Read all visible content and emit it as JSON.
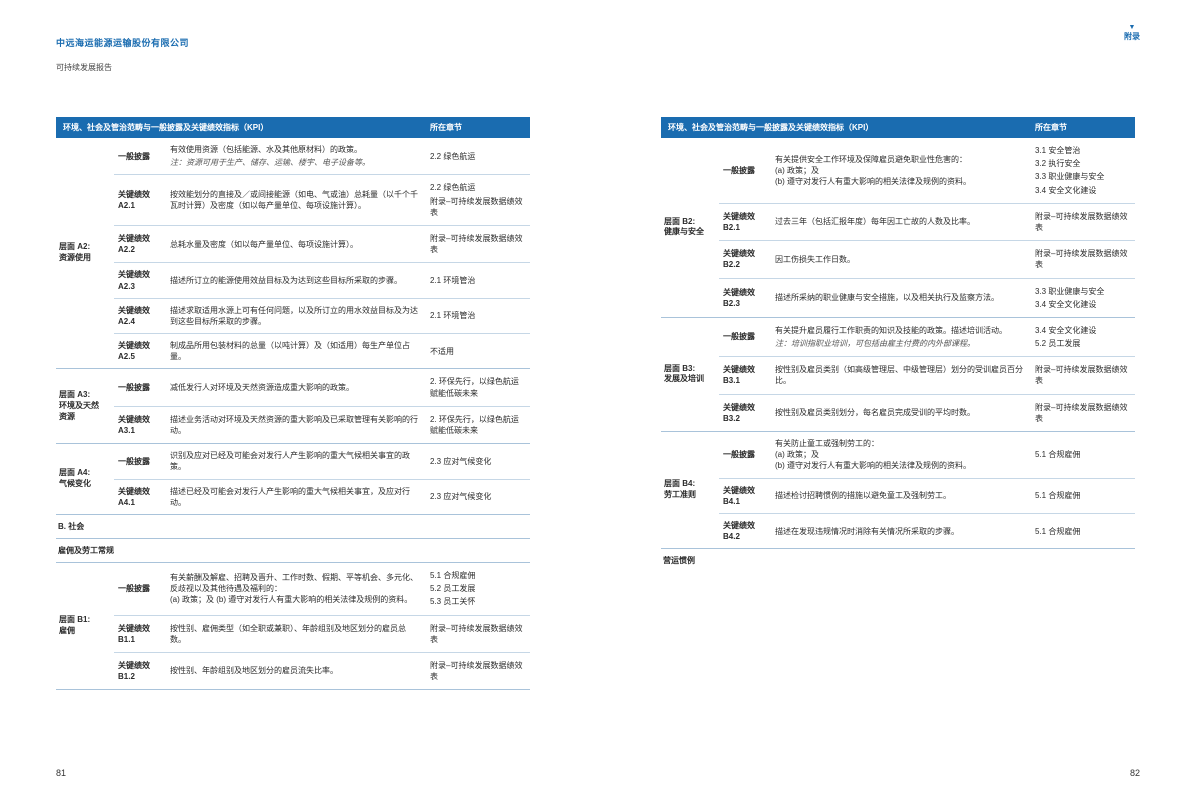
{
  "header": {
    "company": "中远海运能源运输股份有限公司",
    "report_title": "可持续发展报告",
    "corner_tab": "附录"
  },
  "colors": {
    "accent": "#1a6cb0",
    "group_border": "#a9c3da",
    "row_border": "#c6d7e6"
  },
  "table_header": {
    "col1": "环境、社会及管治范畴与一般披露及关键绩效指标（KPI）",
    "col2": "所在章节"
  },
  "pages": [
    {
      "number": "81",
      "blocks": [
        {
          "type": "group",
          "aspect": [
            "层面 A2:",
            "资源使用"
          ],
          "rows": [
            {
              "label": [
                "一般披露"
              ],
              "text": [
                "有效使用资源（包括能源、水及其他原材料）的政策。"
              ],
              "note": "注：资源可用于生产、储存、运输、楼宇、电子设备等。",
              "chapters": [
                "2.2 绿色航运"
              ]
            },
            {
              "label": [
                "关键绩效",
                "A2.1"
              ],
              "text": [
                "按效能划分的直接及／或间接能源（如电、气或油）总耗量（以千个千瓦时计算）及密度（如以每产量单位、每项设施计算）。"
              ],
              "chapters": [
                "2.2 绿色航运",
                "附录–可持续发展数据绩效表"
              ]
            },
            {
              "label": [
                "关键绩效",
                "A2.2"
              ],
              "text": [
                "总耗水量及密度（如以每产量单位、每项设施计算）。"
              ],
              "chapters": [
                "附录–可持续发展数据绩效表"
              ]
            },
            {
              "label": [
                "关键绩效",
                "A2.3"
              ],
              "text": [
                "描述所订立的能源使用效益目标及为达到这些目标所采取的步骤。"
              ],
              "chapters": [
                "2.1 环境管治"
              ]
            },
            {
              "label": [
                "关键绩效",
                "A2.4"
              ],
              "text": [
                "描述求取适用水源上可有任何问题，以及所订立的用水效益目标及为达到这些目标所采取的步骤。"
              ],
              "chapters": [
                "2.1 环境管治"
              ]
            },
            {
              "label": [
                "关键绩效",
                "A2.5"
              ],
              "text": [
                "制成品所用包装材料的总量（以吨计算）及（如适用）每生产单位占量。"
              ],
              "chapters": [
                "不适用"
              ]
            }
          ]
        },
        {
          "type": "group",
          "aspect": [
            "层面 A3:",
            "环境及天然",
            "资源"
          ],
          "rows": [
            {
              "label": [
                "一般披露"
              ],
              "text": [
                "减低发行人对环境及天然资源造成重大影响的政策。"
              ],
              "chapters": [
                "2. 环保先行，以绿色航运赋能低碳未来"
              ]
            },
            {
              "label": [
                "关键绩效",
                "A3.1"
              ],
              "text": [
                "描述业务活动对环境及天然资源的重大影响及已采取管理有关影响的行动。"
              ],
              "chapters": [
                "2. 环保先行，以绿色航运赋能低碳未来"
              ]
            }
          ]
        },
        {
          "type": "group",
          "aspect": [
            "层面 A4:",
            "气候变化"
          ],
          "rows": [
            {
              "label": [
                "一般披露"
              ],
              "text": [
                "识别及应对已经及可能会对发行人产生影响的重大气候相关事宜的政策。"
              ],
              "chapters": [
                "2.3 应对气候变化"
              ]
            },
            {
              "label": [
                "关键绩效",
                "A4.1"
              ],
              "text": [
                "描述已经及可能会对发行人产生影响的重大气候相关事宜，及应对行动。"
              ],
              "chapters": [
                "2.3 应对气候变化"
              ]
            }
          ]
        },
        {
          "type": "section",
          "text": "B. 社会"
        },
        {
          "type": "section",
          "text": "雇佣及劳工常规"
        },
        {
          "type": "group",
          "aspect": [
            "层面 B1:",
            "雇佣"
          ],
          "rows": [
            {
              "label": [
                "一般披露"
              ],
              "text": [
                "有关薪酬及解雇、招聘及晋升、工作时数、假期、平等机会、多元化、反歧视以及其他待遇及福利的：",
                "(a) 政策；及 (b) 遵守对发行人有重大影响的相关法律及规例的资料。"
              ],
              "chapters": [
                "5.1 合规雇佣",
                "5.2 员工发展",
                "5.3 员工关怀"
              ]
            },
            {
              "label": [
                "关键绩效",
                "B1.1"
              ],
              "text": [
                "按性别、雇佣类型（如全职或兼职）、年龄组别及地区划分的雇员总数。"
              ],
              "chapters": [
                "附录–可持续发展数据绩效表"
              ]
            },
            {
              "label": [
                "关键绩效",
                "B1.2"
              ],
              "text": [
                "按性别、年龄组别及地区划分的雇员流失比率。"
              ],
              "chapters": [
                "附录–可持续发展数据绩效表"
              ]
            }
          ]
        }
      ]
    },
    {
      "number": "82",
      "blocks": [
        {
          "type": "group",
          "aspect": [
            "层面 B2:",
            "健康与安全"
          ],
          "rows": [
            {
              "label": [
                "一般披露"
              ],
              "text": [
                "有关提供安全工作环境及保障雇员避免职业性危害的：",
                "(a) 政策；及",
                "(b) 遵守对发行人有重大影响的相关法律及规例的资料。"
              ],
              "chapters": [
                "3.1 安全管治",
                "3.2 执行安全",
                "3.3 职业健康与安全",
                "3.4 安全文化建设"
              ]
            },
            {
              "label": [
                "关键绩效",
                "B2.1"
              ],
              "text": [
                "过去三年（包括汇报年度）每年因工亡故的人数及比率。"
              ],
              "chapters": [
                "附录–可持续发展数据绩效表"
              ]
            },
            {
              "label": [
                "关键绩效",
                "B2.2"
              ],
              "text": [
                "因工伤损失工作日数。"
              ],
              "chapters": [
                "附录–可持续发展数据绩效表"
              ]
            },
            {
              "label": [
                "关键绩效",
                "B2.3"
              ],
              "text": [
                "描述所采纳的职业健康与安全措施，以及相关执行及监察方法。"
              ],
              "chapters": [
                "3.3 职业健康与安全",
                "3.4 安全文化建设"
              ]
            }
          ]
        },
        {
          "type": "group",
          "aspect": [
            "层面 B3:",
            "发展及培训"
          ],
          "rows": [
            {
              "label": [
                "一般披露"
              ],
              "text": [
                "有关提升雇员履行工作职责的知识及技能的政策。描述培训活动。"
              ],
              "note": "注：培训指职业培训，可包括由雇主付费的内外部课程。",
              "chapters": [
                "3.4 安全文化建设",
                "5.2 员工发展"
              ]
            },
            {
              "label": [
                "关键绩效",
                "B3.1"
              ],
              "text": [
                "按性别及雇员类别（如高级管理层、中级管理层）划分的受训雇员百分比。"
              ],
              "chapters": [
                "附录–可持续发展数据绩效表"
              ]
            },
            {
              "label": [
                "关键绩效",
                "B3.2"
              ],
              "text": [
                "按性别及雇员类别划分，每名雇员完成受训的平均时数。"
              ],
              "chapters": [
                "附录–可持续发展数据绩效表"
              ]
            }
          ]
        },
        {
          "type": "group",
          "aspect": [
            "层面 B4:",
            "劳工准则"
          ],
          "rows": [
            {
              "label": [
                "一般披露"
              ],
              "text": [
                "有关防止童工或强制劳工的：",
                "(a) 政策；及",
                "(b) 遵守对发行人有重大影响的相关法律及规例的资料。"
              ],
              "chapters": [
                "5.1 合规雇佣"
              ]
            },
            {
              "label": [
                "关键绩效",
                "B4.1"
              ],
              "text": [
                "描述检讨招聘惯例的措施以避免童工及强制劳工。"
              ],
              "chapters": [
                "5.1 合规雇佣"
              ]
            },
            {
              "label": [
                "关键绩效",
                "B4.2"
              ],
              "text": [
                "描述在发现违规情况时消除有关情况所采取的步骤。"
              ],
              "chapters": [
                "5.1 合规雇佣"
              ]
            }
          ]
        },
        {
          "type": "section",
          "text": "营运惯例",
          "noline": true
        }
      ]
    }
  ]
}
